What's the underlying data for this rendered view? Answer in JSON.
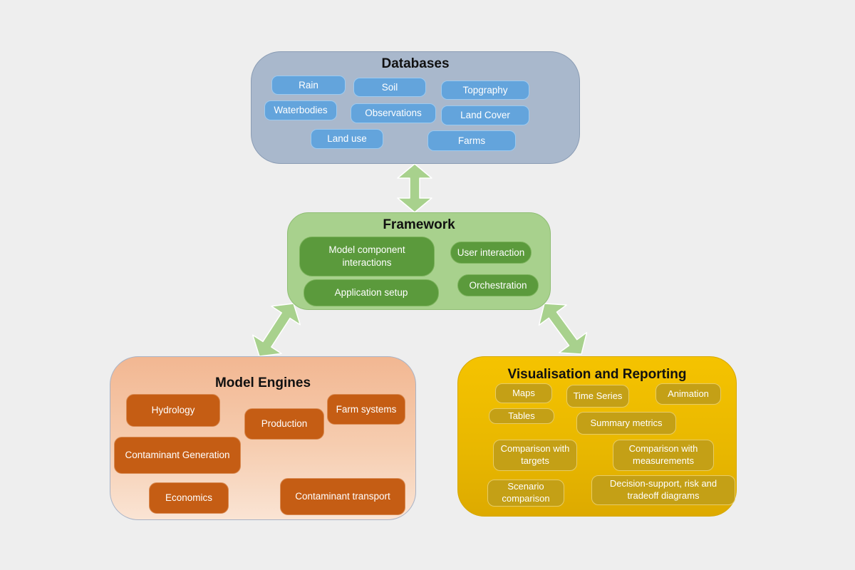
{
  "groups": {
    "databases": {
      "title": "Databases",
      "items": [
        "Rain",
        "Soil",
        "Topgraphy",
        "Waterbodies",
        "Observations",
        "Land Cover",
        "Land use",
        "Farms"
      ]
    },
    "framework": {
      "title": "Framework",
      "items": [
        "Model component interactions",
        "User interaction",
        "Application setup",
        "Orchestration"
      ]
    },
    "model_engines": {
      "title": "Model Engines",
      "items": [
        "Hydrology",
        "Production",
        "Farm systems",
        "Contaminant Generation",
        "Economics",
        "Contaminant transport"
      ]
    },
    "visualisation": {
      "title": "Visualisation and Reporting",
      "items": [
        "Maps",
        "Time Series",
        "Animation",
        "Tables",
        "Summary metrics",
        "Comparison with targets",
        "Comparison with measurements",
        "Scenario comparison",
        "Decision-support, risk and tradeoff diagrams"
      ]
    }
  },
  "colors": {
    "background": "#eeeeee",
    "databases_box": "#a9b8cc",
    "databases_pill": "#63a4dc",
    "framework_box": "#a8d18d",
    "framework_pill": "#5b9a3c",
    "model_box": "#f2b792",
    "model_pill": "#c55d14",
    "vis_box": "#f5c300",
    "vis_pill": "#c4a016",
    "arrow": "#a8d18d"
  },
  "connections": [
    {
      "from": "Databases",
      "to": "Framework",
      "type": "bidirectional"
    },
    {
      "from": "Framework",
      "to": "Model Engines",
      "type": "bidirectional"
    },
    {
      "from": "Framework",
      "to": "Visualisation and Reporting",
      "type": "bidirectional"
    }
  ]
}
